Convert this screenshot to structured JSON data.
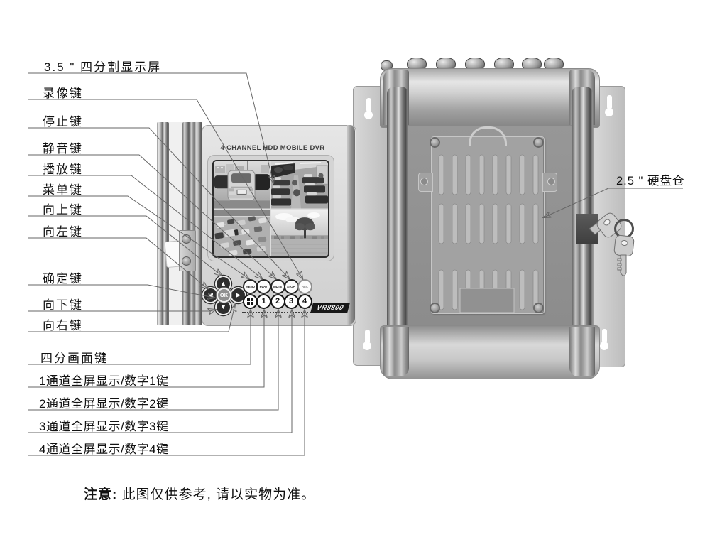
{
  "left_labels": [
    "3.5 \" 四分割显示屏",
    "录像键",
    "停止键",
    "静音键",
    "播放键",
    "菜单键",
    "向上键",
    "向左键",
    "确定键",
    "向下键",
    "向右键",
    "四分画面键",
    "1通道全屏显示/数字1键",
    "2通道全屏显示/数字2键",
    "3通道全屏显示/数字3键",
    "4通道全屏显示/数字4键"
  ],
  "right_label": "2.5 \" 硬盘仓",
  "front_device": {
    "header": "4 CHANNEL HDD MOBILE DVR",
    "model": "VR8800",
    "dpad": {
      "up": "▲",
      "left": "◀",
      "right": "▶",
      "down": "▼",
      "ok": "OK"
    },
    "function_buttons": [
      "MENU",
      "PLAY",
      "MUTE",
      "STOP",
      "REC"
    ],
    "number_buttons": [
      "1",
      "2",
      "3",
      "4"
    ]
  },
  "note": {
    "bold": "注意:",
    "text": " 此图仅供参考, 请以实物为准。"
  },
  "colors": {
    "line": "#666666",
    "arrow": "#141414",
    "panel": "#dcdcdc",
    "body": "#8c8c8c",
    "badge_bg": "#181818"
  }
}
